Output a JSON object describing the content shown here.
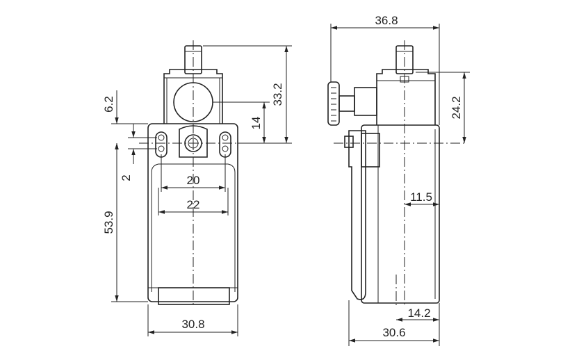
{
  "front_view": {
    "dims": {
      "d_6_2": "6.2",
      "d_2": "2",
      "d_53_9": "53.9",
      "d_33_2": "33.2",
      "d_14": "14",
      "d_20": "20",
      "d_22": "22",
      "d_30_8": "30.8"
    }
  },
  "side_view": {
    "dims": {
      "d_36_8": "36.8",
      "d_24_2": "24.2",
      "d_11_5": "11.5",
      "d_14_2": "14.2",
      "d_30_6": "30.6"
    }
  }
}
